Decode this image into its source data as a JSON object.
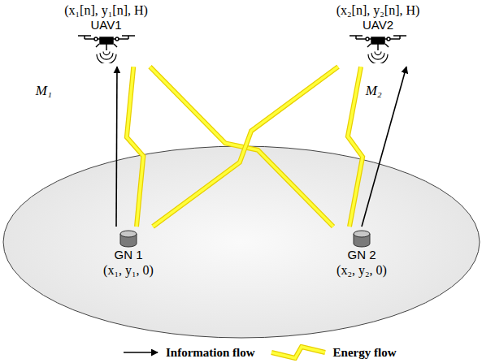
{
  "diagram": {
    "nodes": [
      {
        "text": [
          "(x₁[n], y₁[n], H)",
          "UAV1"
        ]
      },
      {
        "text": [
          "(x₂[n], y₂[n], H)",
          "UAV2"
        ]
      },
      {
        "text": [
          "GN 1",
          "(x₁, y₁, 0)"
        ]
      },
      {
        "text": [
          "GN 2",
          "(x₂, y₂, 0)"
        ]
      }
    ],
    "edges": [
      {
        "from": 2,
        "to": 0,
        "arrow": "to",
        "label": "M₁"
      },
      {
        "from": 3,
        "to": 1,
        "arrow": "to",
        "label": "M₂"
      },
      {
        "from": 0,
        "to": 2,
        "arrow": "none"
      },
      {
        "from": 0,
        "to": 3,
        "arrow": "none"
      },
      {
        "from": 1,
        "to": 2,
        "arrow": "none"
      },
      {
        "from": 1,
        "to": 3,
        "arrow": "none"
      }
    ],
    "legend": [
      {
        "text": "Information flow"
      },
      {
        "text": "Energy flow"
      }
    ]
  }
}
